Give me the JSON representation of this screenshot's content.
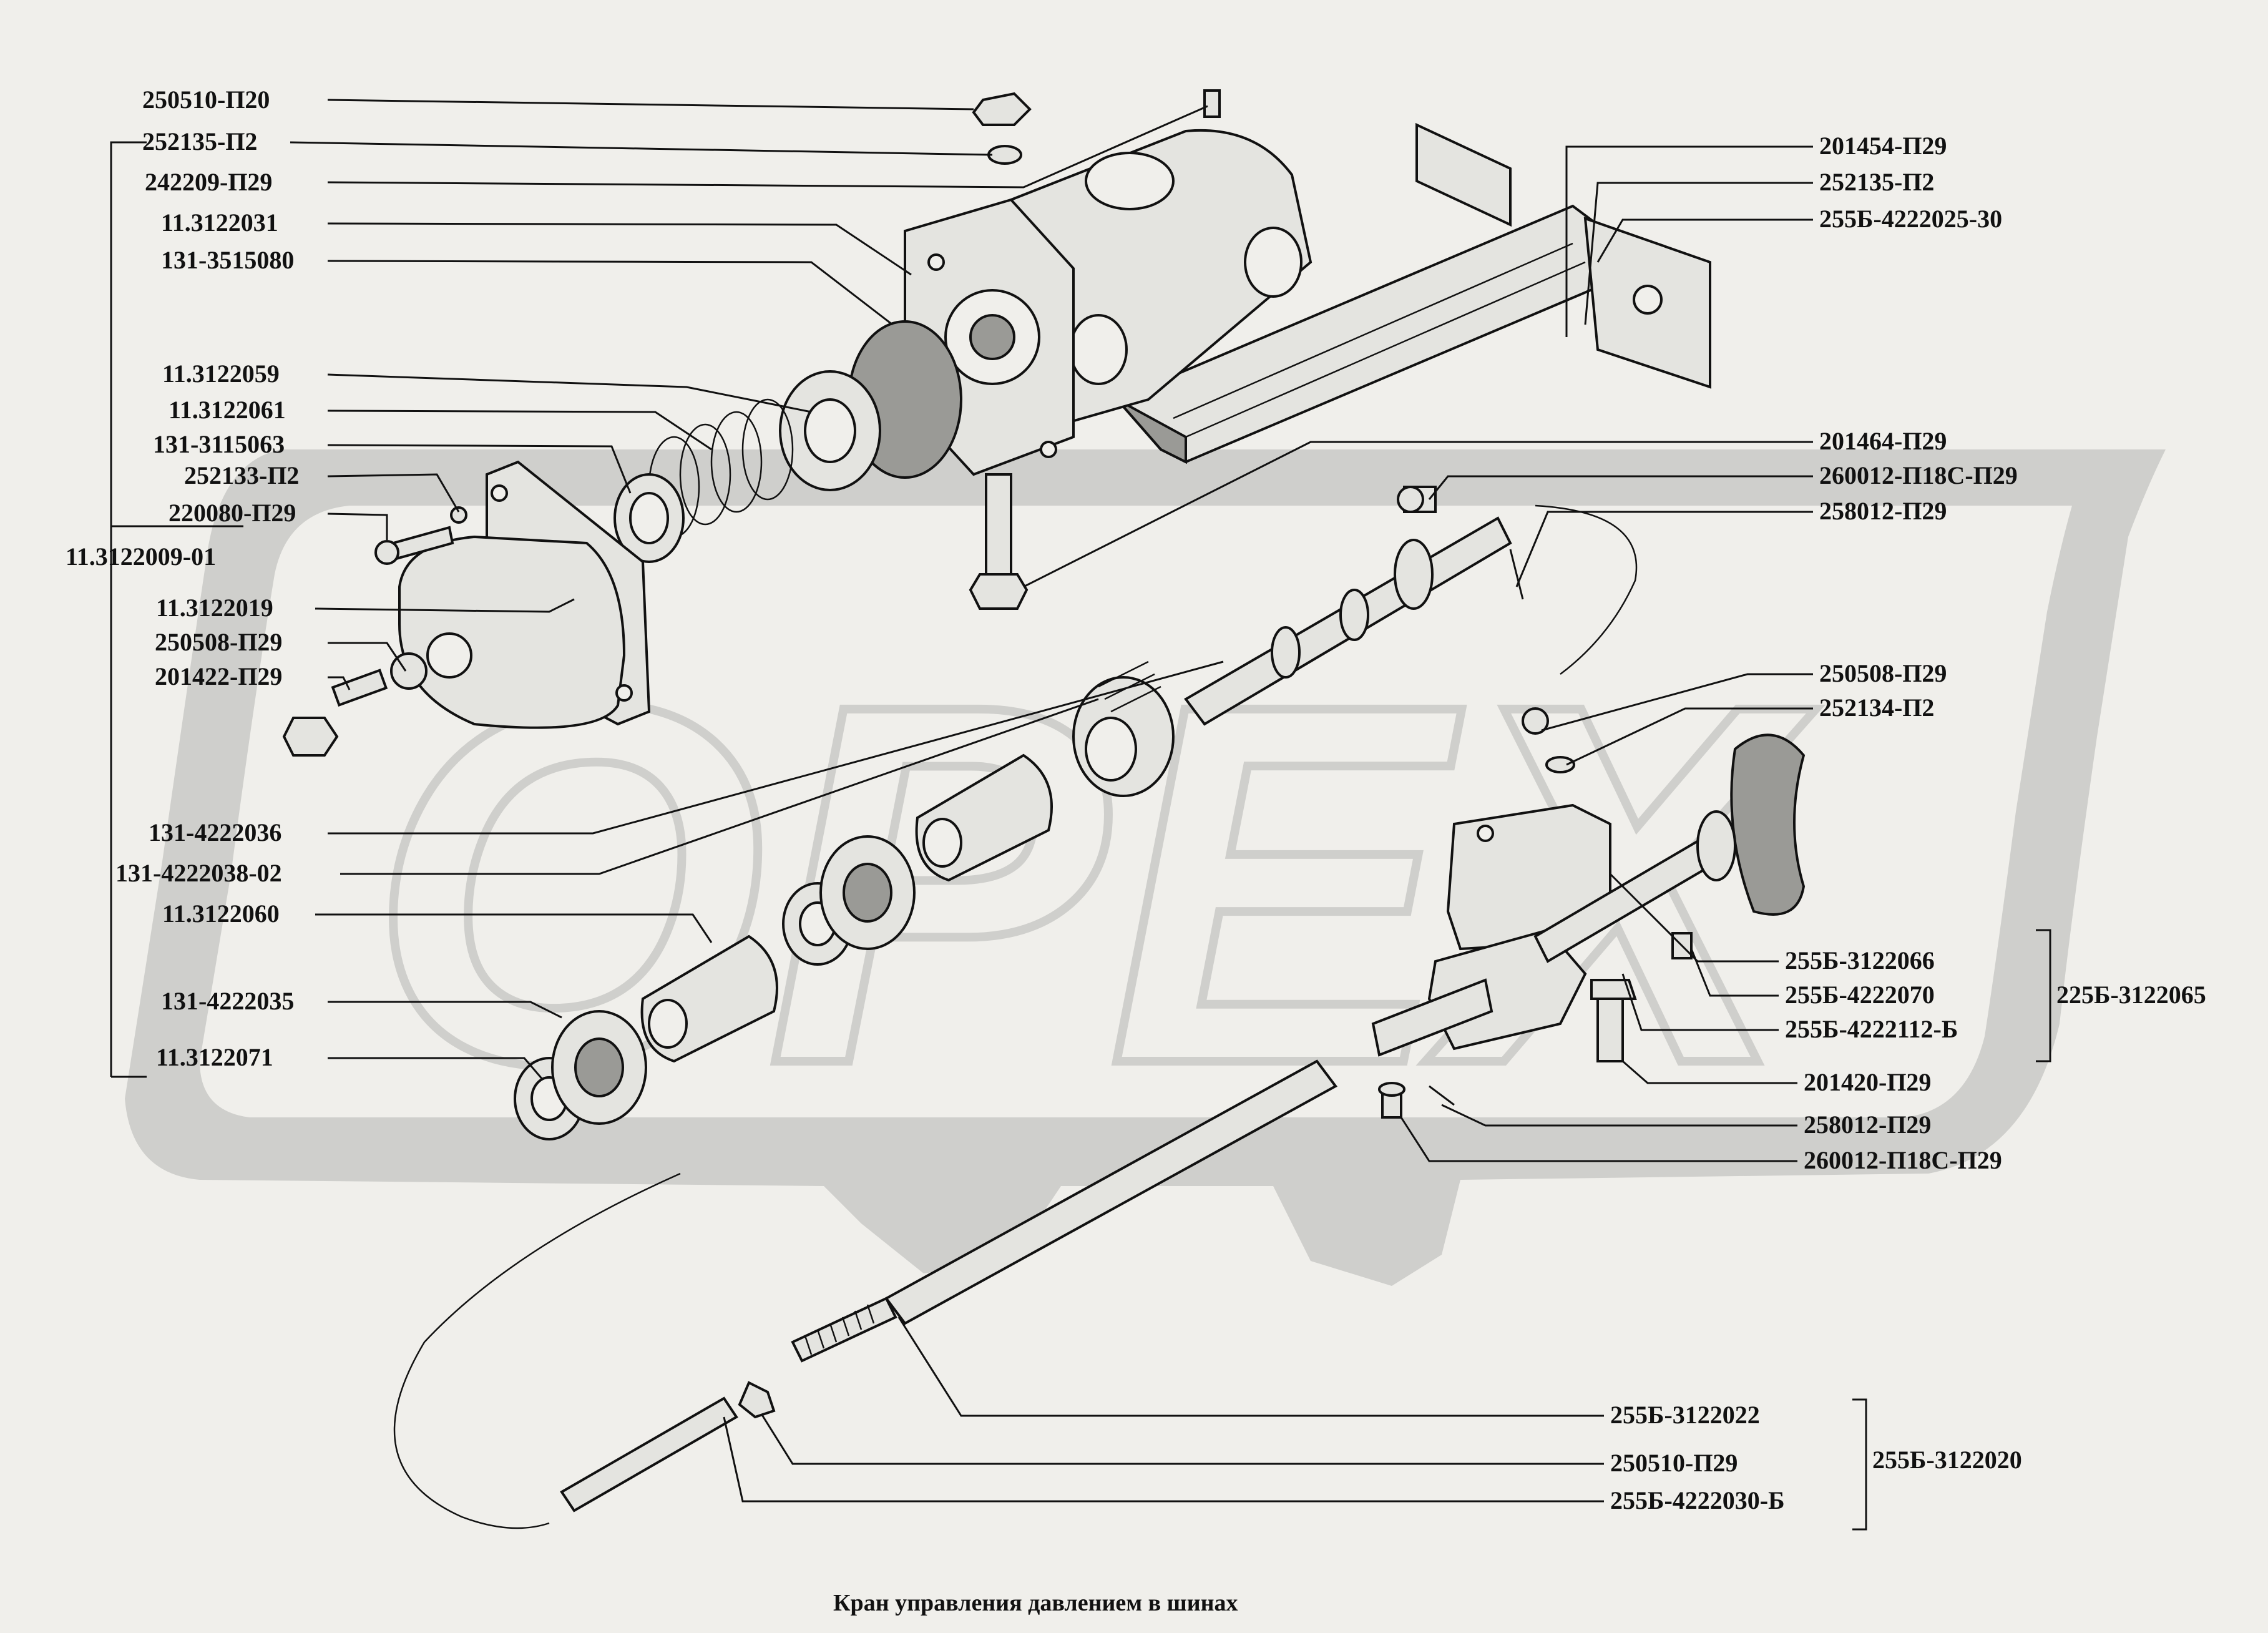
{
  "caption": "Кран управления давлением в шинах",
  "watermark": {
    "text": "OPEX",
    "color": "#cfcfcc"
  },
  "labels": {
    "l01": "250510-П20",
    "l02": "252135-П2",
    "l03": "242209-П29",
    "l04": "11.3122031",
    "l05": "131-3515080",
    "l06": "11.3122059",
    "l07": "11.3122061",
    "l08": "131-3115063",
    "l09": "252133-П2",
    "l10": "220080-П29",
    "l11": "11.3122009-01",
    "l12": "11.3122019",
    "l13": "250508-П29",
    "l14": "201422-П29",
    "l15": "131-4222036",
    "l16": "131-4222038-02",
    "l17": "11.3122060",
    "l18": "131-4222035",
    "l19": "11.3122071",
    "r01": "201454-П29",
    "r02": "252135-П2",
    "r03": "255Б-4222025-30",
    "r04": "201464-П29",
    "r05": "260012-П18С-П29",
    "r06": "258012-П29",
    "r07": "250508-П29",
    "r08": "252134-П2",
    "r09": "255Б-3122066",
    "r10": "255Б-4222070",
    "r11": "255Б-4222112-Б",
    "r12": "225Б-3122065",
    "r13": "201420-П29",
    "r14": "258012-П29",
    "r15": "260012-П18С-П29",
    "b01": "255Б-3122022",
    "b02": "250510-П29",
    "b03": "255Б-4222030-Б",
    "b04": "255Б-3122020"
  }
}
